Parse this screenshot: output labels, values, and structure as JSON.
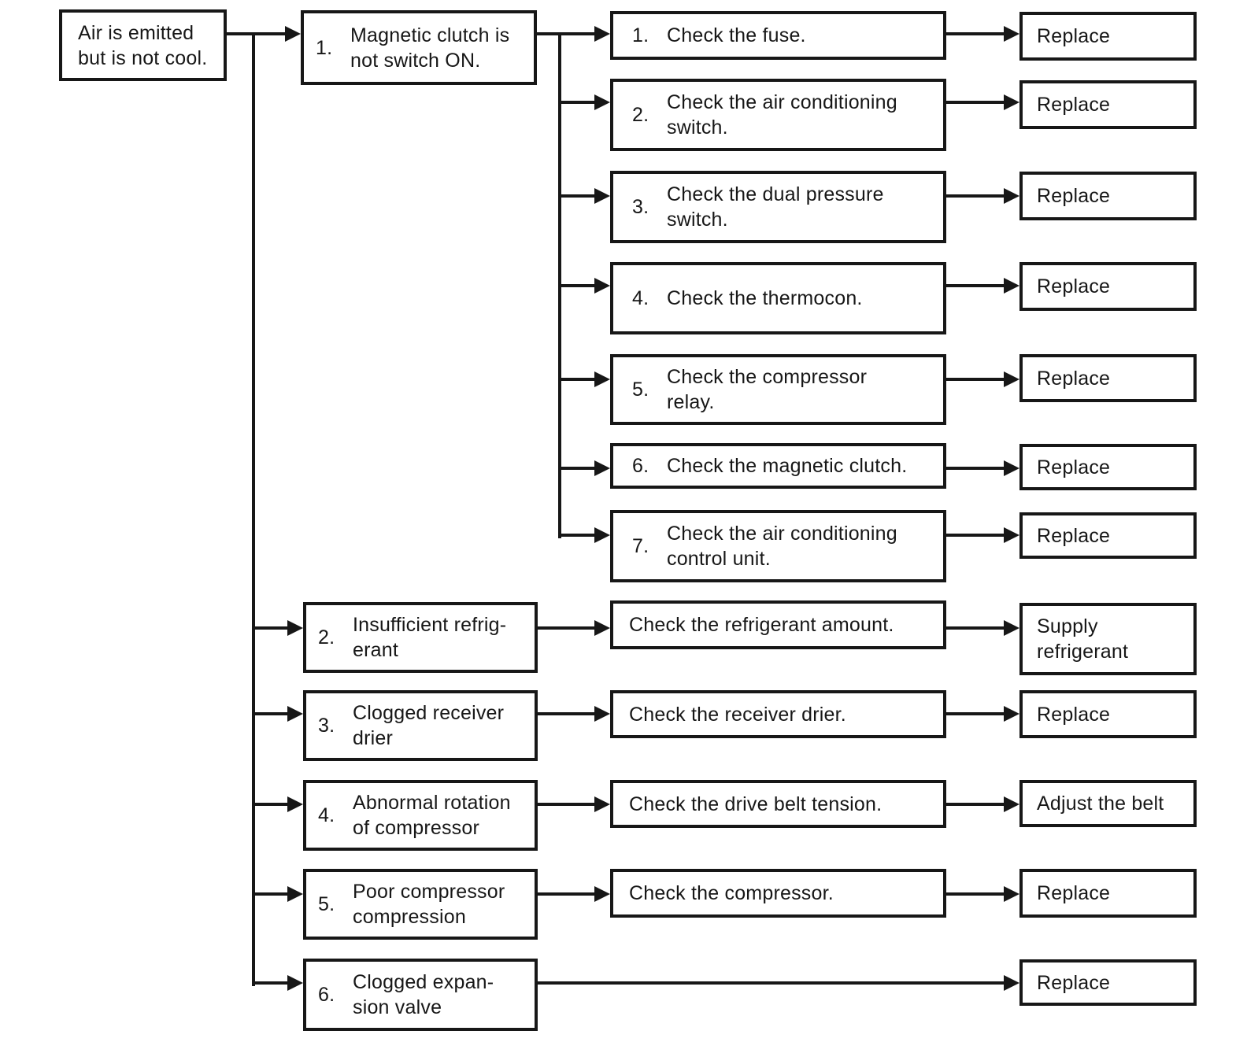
{
  "colors": {
    "ink": "#171717",
    "background": "#ffffff"
  },
  "diagram": {
    "problem": "Air is emitted\nbut is not cool.",
    "cause1": {
      "num": "1.",
      "text": "Magnetic clutch is\nnot switch ON."
    },
    "checks": [
      {
        "num": "1.",
        "text": "Check the fuse.",
        "action": "Replace"
      },
      {
        "num": "2.",
        "text": "Check the air conditioning\nswitch.",
        "action": "Replace"
      },
      {
        "num": "3.",
        "text": "Check the dual pressure\nswitch.",
        "action": "Replace"
      },
      {
        "num": "4.",
        "text": "Check the thermocon.",
        "action": "Replace"
      },
      {
        "num": "5.",
        "text": "Check the compressor\nrelay.",
        "action": "Replace"
      },
      {
        "num": "6.",
        "text": "Check the magnetic clutch.",
        "action": "Replace"
      },
      {
        "num": "7.",
        "text": "Check the air conditioning\ncontrol unit.",
        "action": "Replace"
      }
    ],
    "causes": [
      {
        "num": "2.",
        "text": "Insufficient refrig-\nerant",
        "check": "Check the refrigerant amount.",
        "action": "Supply\nrefrigerant"
      },
      {
        "num": "3.",
        "text": "Clogged receiver\ndrier",
        "check": "Check the receiver drier.",
        "action": "Replace"
      },
      {
        "num": "4.",
        "text": "Abnormal rotation\nof compressor",
        "check": "Check the drive belt tension.",
        "action": "Adjust the belt"
      },
      {
        "num": "5.",
        "text": "Poor compressor\ncompression",
        "check": "Check the compressor.",
        "action": "Replace"
      },
      {
        "num": "6.",
        "text": "Clogged expan-\nsion valve",
        "check": null,
        "action": "Replace"
      }
    ]
  }
}
